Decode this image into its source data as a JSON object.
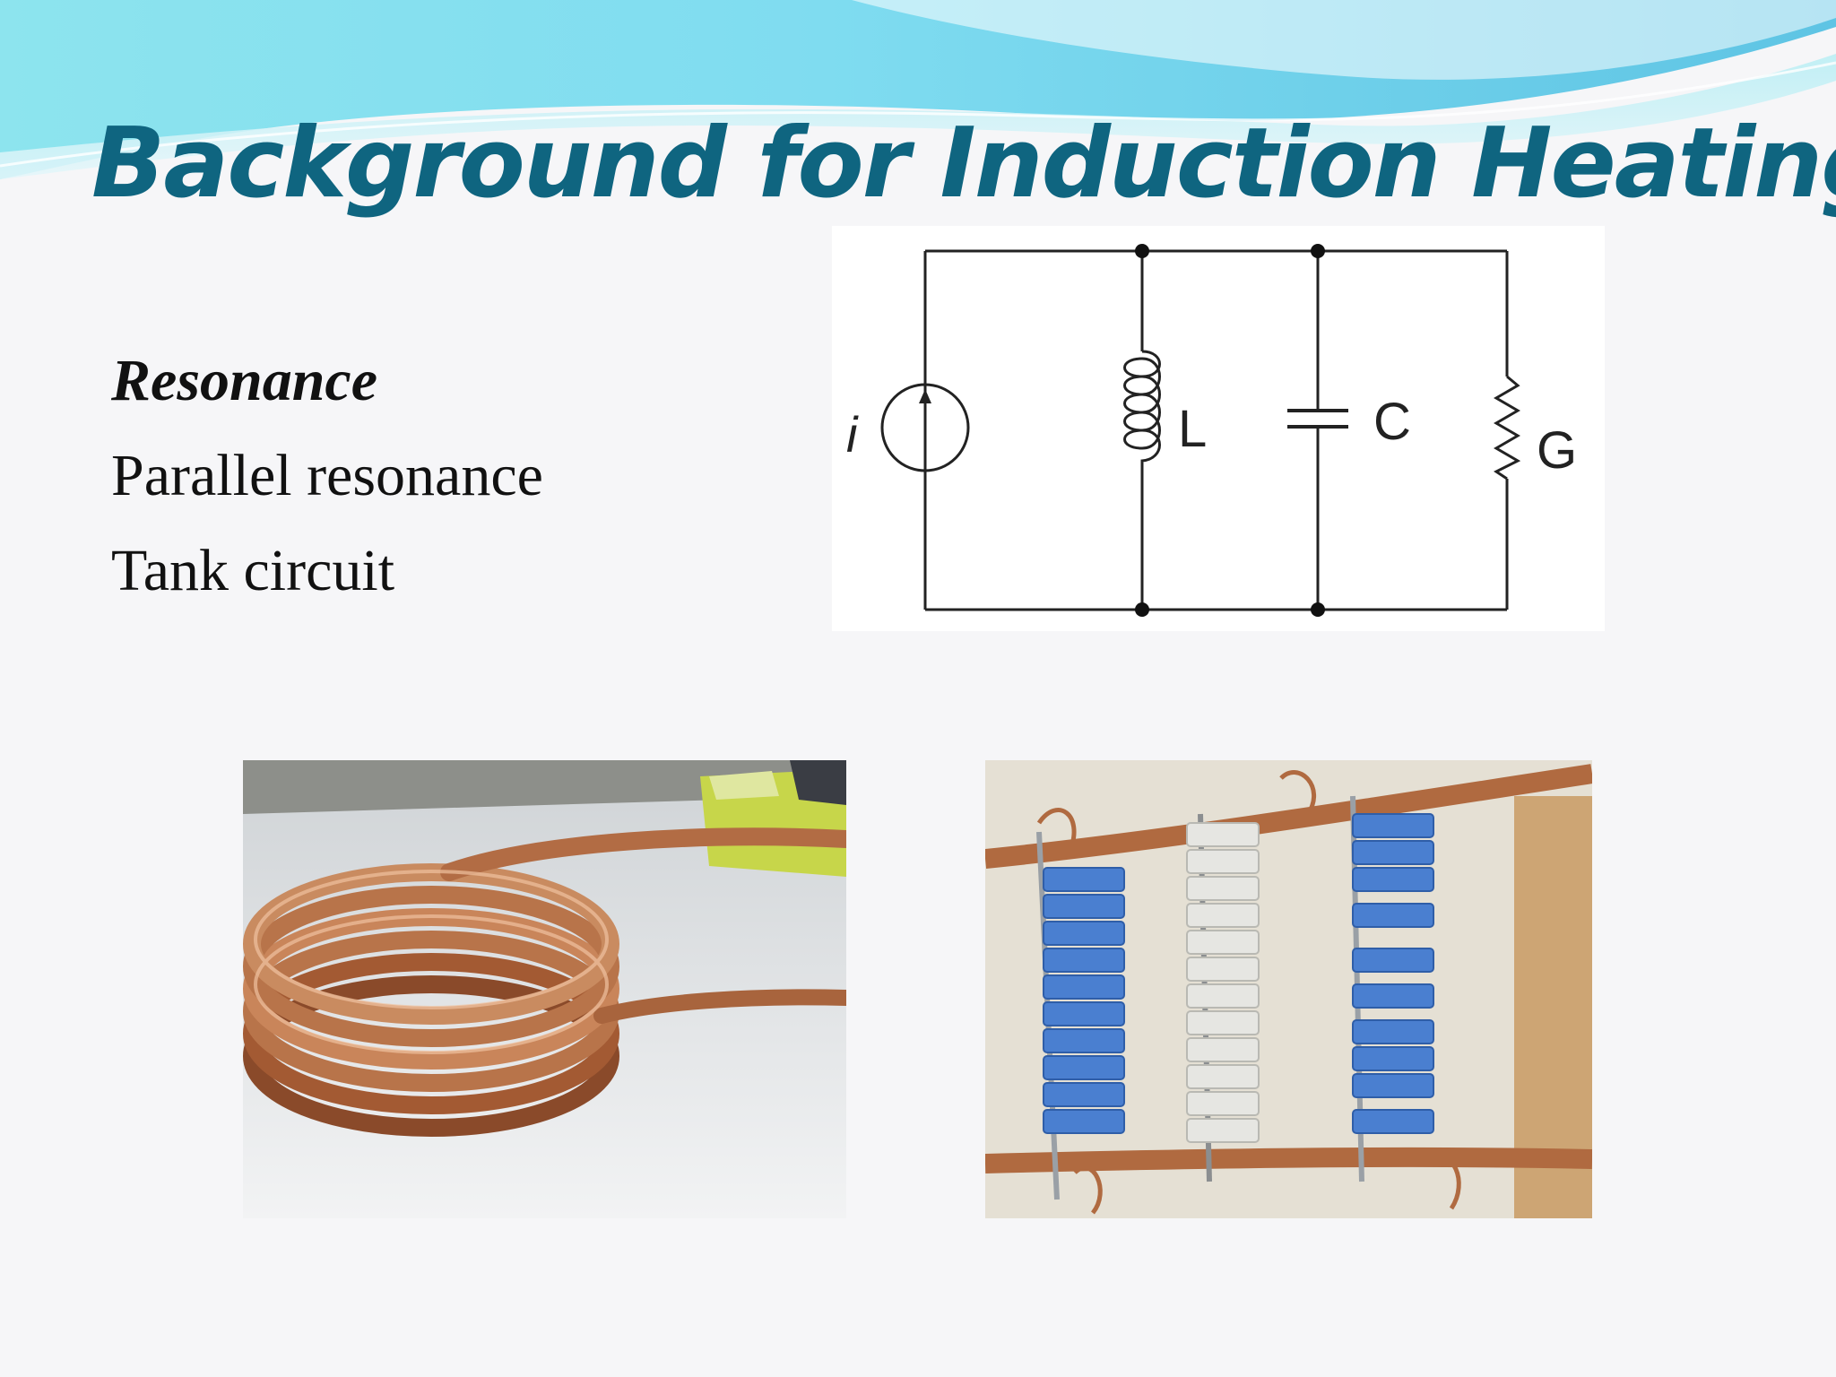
{
  "slide": {
    "title": "Background for Induction Heating",
    "bullets": [
      "Resonance",
      "Parallel resonance",
      "Tank circuit"
    ]
  },
  "circuit": {
    "labels": {
      "source": "i",
      "inductor": "L",
      "capacitor": "C",
      "resistor": "G"
    }
  },
  "colors": {
    "title": "#0f6580",
    "wave_light": "#8de4ee",
    "wave_dark": "#5ec4e4",
    "copper": "#b8744a",
    "capacitor_blue": "#4a7fd0",
    "capacitor_white": "#e6e6e2"
  }
}
